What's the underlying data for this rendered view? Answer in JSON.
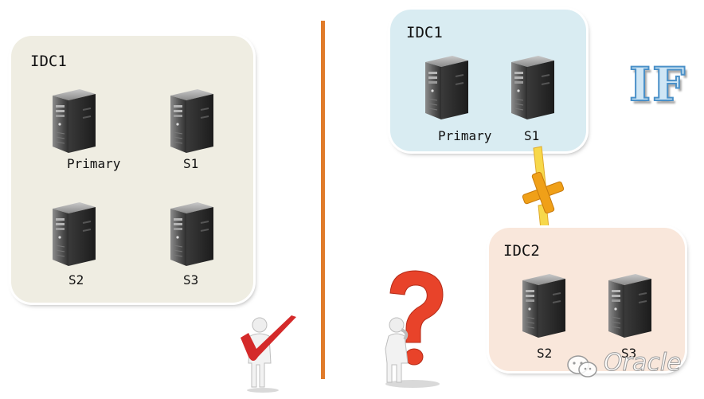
{
  "left_diagram": {
    "title": "IDC1",
    "servers": [
      "Primary",
      "S1",
      "S2",
      "S3"
    ]
  },
  "right_diagram": {
    "idc1": {
      "title": "IDC1",
      "servers": [
        "Primary",
        "S1"
      ]
    },
    "idc2": {
      "title": "IDC2",
      "servers": [
        "S2",
        "S3"
      ]
    },
    "heading": "IF"
  },
  "watermark": "Oracle",
  "colors": {
    "left_panel": "#efede2",
    "idc1_panel": "#d9ecf2",
    "idc2_panel": "#f9e7db",
    "divider": "#e07b2a",
    "check": "#d42a2a",
    "question": "#e8432a",
    "broken_link": "#f2c232"
  },
  "icons": [
    "server-icon",
    "checkmark-figure-icon",
    "question-figure-icon",
    "broken-link-icon",
    "wechat-icon"
  ]
}
